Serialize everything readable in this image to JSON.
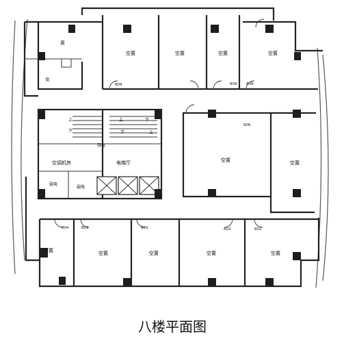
{
  "plan": {
    "title": "八楼平面图",
    "rooms": {
      "male_wc": "男",
      "female_wc": "女",
      "ac_room": "空调机房",
      "elevator_hall": "电梯厅",
      "weak_elec_1": "弱电",
      "weak_elec_2": "弱电",
      "strong_elec": "强电",
      "vacant": "空置"
    },
    "room_numbers": {
      "r809a": "809",
      "r809b": "809",
      "r808": "808",
      "r806": "806",
      "r804": "804",
      "r803a": "803",
      "r803b": "803",
      "r802": "802",
      "r801": "801"
    },
    "stair": {
      "up_1": "上",
      "down_1": "下",
      "up_2": "上",
      "down_2": "下",
      "down_3": "下",
      "up_3": "上"
    }
  }
}
